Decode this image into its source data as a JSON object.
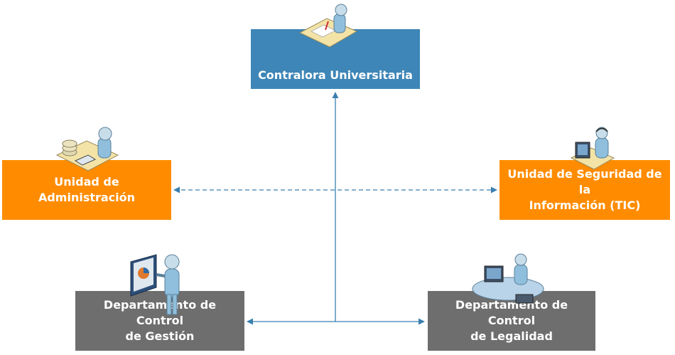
{
  "nodes": {
    "contralora": "Contralora Universitaria",
    "administracion": "Unidad de Administración",
    "seguridad": "Unidad de Seguridad de la\nInformación (TIC)",
    "gestion": "Departamento de Control\nde Gestión",
    "legalidad": "Departamento de Control\nde Legalidad"
  },
  "colors": {
    "top": "#3e86b7",
    "middle": "#ff8c00",
    "bottom": "#6e6e6e",
    "connector": "#3a7fb0"
  },
  "icons": [
    "person-at-desk-writing-icon",
    "person-with-calculator-icon",
    "person-with-headset-computer-icon",
    "person-presenting-chart-icon",
    "person-at-computer-workstation-icon"
  ]
}
